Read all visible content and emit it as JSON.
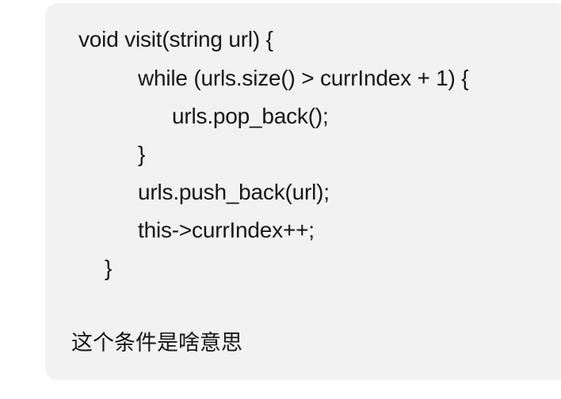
{
  "message": {
    "code_lines": [
      "void visit(string url) {",
      "while (urls.size() > currIndex + 1) {",
      "urls.pop_back();",
      "}",
      "urls.push_back(url);",
      "this->currIndex++;",
      "}"
    ],
    "question": "这个条件是啥意思",
    "bubble_color": "#f2f2f2",
    "text_color": "#161616"
  }
}
